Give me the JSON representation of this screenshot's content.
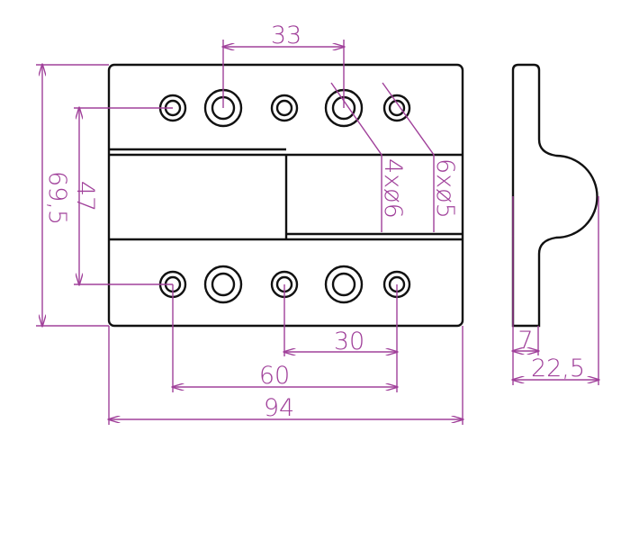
{
  "drawing": {
    "colors": {
      "outline": "#111111",
      "dimension": "#a0409a"
    },
    "dimensions": {
      "top_hole_spacing": "33",
      "hole_row_spacing": "47",
      "total_height": "69,5",
      "hole_spacing_30": "30",
      "hole_spacing_60": "60",
      "total_width": "94",
      "large_holes_callout": "4xø6",
      "small_holes_callout": "6xø5",
      "plate_thickness": "7",
      "total_depth": "22,5"
    }
  }
}
